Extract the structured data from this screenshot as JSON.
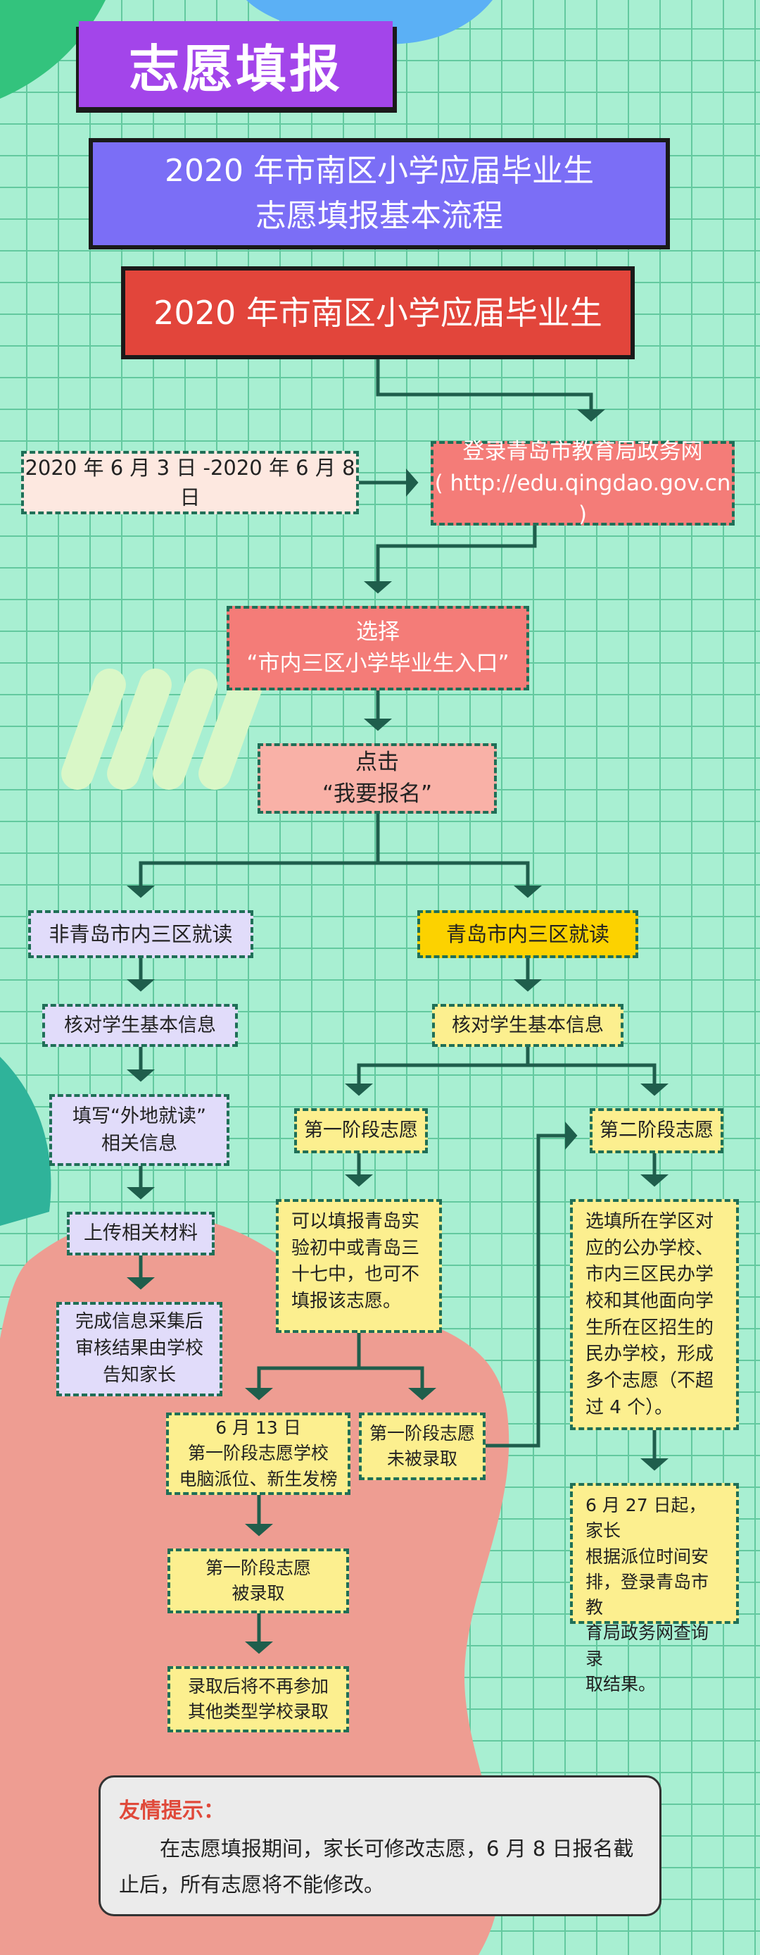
{
  "banner": {
    "title": "志愿填报"
  },
  "header": {
    "title_line1": "2020 年市南区小学应届毕业生",
    "title_line2": "志愿填报基本流程",
    "subtitle": "2020 年市南区小学应届毕业生"
  },
  "flow": {
    "date_range": "2020 年 6 月 3 日 -2020 年 6 月 8 日",
    "login": {
      "line1": "登录青岛市教育局政务网",
      "line2": "( http://edu.qingdao.gov.cn )"
    },
    "select": {
      "line1": "选择",
      "line2": "“市内三区小学毕业生入口”"
    },
    "click": {
      "line1": "点击",
      "line2": "“我要报名”"
    },
    "left": {
      "title": "非青岛市内三区就读",
      "verify": "核对学生基本信息",
      "fill": {
        "line1": "填写“外地就读”",
        "line2": "相关信息"
      },
      "upload": "上传相关材料",
      "complete": {
        "line1": "完成信息采集后",
        "line2": "审核结果由学校",
        "line3": "告知家长"
      }
    },
    "right": {
      "title": "青岛市内三区就读",
      "verify": "核对学生基本信息",
      "stage1": {
        "title": "第一阶段志愿",
        "desc": {
          "line1": "可以填报青岛实",
          "line2": "验初中或青岛三",
          "line3": "十七中，也可不",
          "line4": "填报该志愿。"
        },
        "admit_info": {
          "line1": "6 月 13 日",
          "line2": "第一阶段志愿学校",
          "line3": "电脑派位、新生发榜"
        },
        "not_admitted": {
          "line1": "第一阶段志愿",
          "line2": "未被录取"
        },
        "admitted": {
          "line1": "第一阶段志愿",
          "line2": "被录取"
        },
        "after": {
          "line1": "录取后将不再参加",
          "line2": "其他类型学校录取"
        }
      },
      "stage2": {
        "title": "第二阶段志愿",
        "desc": {
          "line1": "选填所在学区对",
          "line2": "应的公办学校、",
          "line3": "市内三区民办学",
          "line4": "校和其他面向学",
          "line5": "生所在区招生的",
          "line6": "民办学校，形成",
          "line7": "多个志愿（不超",
          "line8": "过 4 个）。"
        },
        "result": {
          "line1": "6 月 27 日起，家长",
          "line2": "根据派位时间安",
          "line3": "排，登录青岛市教",
          "line4": "育局政务网查询录",
          "line5": "取结果。"
        }
      }
    }
  },
  "tip": {
    "title": "友情提示：",
    "text": "在志愿填报期间，家长可修改志愿，6 月 8 日报名截止后，所有志愿将不能修改。"
  },
  "colors": {
    "background": "#a8efd2",
    "grid": "#63c99f",
    "banner": "#a345ea",
    "header": "#7b6ef6",
    "subtitle": "#e2453b",
    "salmon": "#f47c78",
    "pink": "#f9b1a7",
    "lavender": "#e1dcfa",
    "yellow": "#fcef8f",
    "gold": "#fcd200",
    "arrow": "#1f5e4c",
    "blob": "#ee9d92"
  }
}
